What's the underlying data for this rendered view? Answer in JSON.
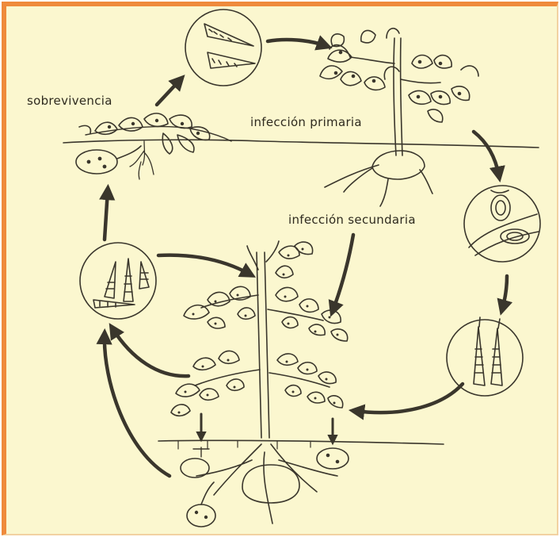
{
  "labels": {
    "survival": "sobrevivencia",
    "primary_infection": "infección primaria",
    "secondary_infection": "infección secundaria"
  },
  "colors": {
    "frame": "#ef8a3c",
    "paper": "#fbf7cf",
    "ink": "#3a362c"
  }
}
